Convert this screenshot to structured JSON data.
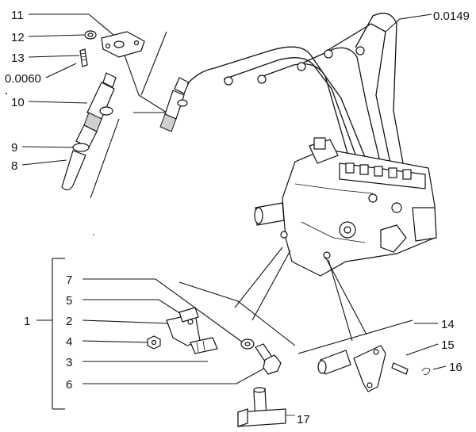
{
  "callouts": [
    {
      "id": "c11",
      "text": "11"
    },
    {
      "id": "c12",
      "text": "12"
    },
    {
      "id": "c13",
      "text": "13"
    },
    {
      "id": "c0060",
      "text": "0.0060"
    },
    {
      "id": "c10",
      "text": "10"
    },
    {
      "id": "c9",
      "text": "9"
    },
    {
      "id": "c8",
      "text": "8"
    },
    {
      "id": "c0149",
      "text": "0.0149"
    },
    {
      "id": "c7",
      "text": "7"
    },
    {
      "id": "c5",
      "text": "5"
    },
    {
      "id": "c2",
      "text": "2"
    },
    {
      "id": "c4",
      "text": "4"
    },
    {
      "id": "c3",
      "text": "3"
    },
    {
      "id": "c6",
      "text": "6"
    },
    {
      "id": "c1",
      "text": "1"
    },
    {
      "id": "c14",
      "text": "14"
    },
    {
      "id": "c15",
      "text": "15"
    },
    {
      "id": "c16",
      "text": "16"
    },
    {
      "id": "c17",
      "text": "17"
    }
  ]
}
